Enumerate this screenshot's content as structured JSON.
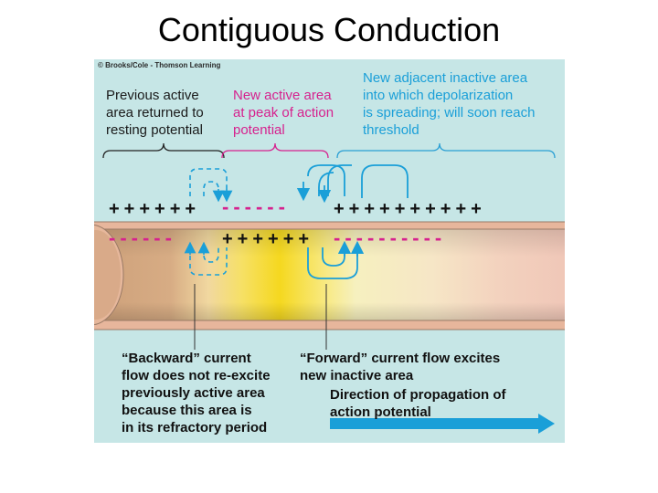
{
  "slide": {
    "title": "Contiguous Conduction"
  },
  "figure": {
    "credit": "© Brooks/Cole - Thomson Learning",
    "labels": {
      "previous_active": "Previous active\narea returned to\nresting potential",
      "new_active": "New active area\nat peak of action\npotential",
      "new_inactive": "New adjacent inactive area\ninto which depolarization\nis spreading; will soon reach\nthreshold",
      "backward_current": "“Backward” current\nflow does not re-excite\npreviously active area\nbecause this area is\nin its refractory period",
      "forward_current": "“Forward” current flow excites\nnew inactive area",
      "direction": "Direction of propagation of\naction potential"
    },
    "charges": {
      "outside_left": "++++++",
      "outside_middle": "------",
      "outside_right": "++++++++++",
      "inside_left": "------",
      "inside_middle": "++++++",
      "inside_right": "----------"
    },
    "colors": {
      "panel": "#c6e6e6",
      "magenta": "#d6218e",
      "blue_arrow": "#1a9fd8",
      "axon_resting": "#d9b08a",
      "axon_active": "#f5d81f"
    }
  }
}
